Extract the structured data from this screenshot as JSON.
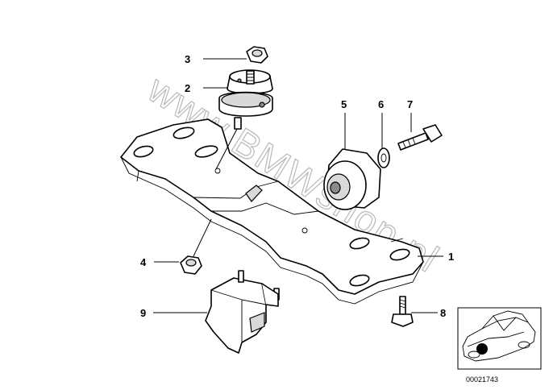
{
  "callouts": [
    {
      "id": "1",
      "label": "1"
    },
    {
      "id": "2",
      "label": "2"
    },
    {
      "id": "3",
      "label": "3"
    },
    {
      "id": "4",
      "label": "4"
    },
    {
      "id": "5",
      "label": "5"
    },
    {
      "id": "6",
      "label": "6"
    },
    {
      "id": "7",
      "label": "7"
    },
    {
      "id": "8",
      "label": "8"
    },
    {
      "id": "9",
      "label": "9"
    }
  ],
  "watermark": "www.BMWshop.pl",
  "reference_number": "00021743",
  "colors": {
    "line": "#000000",
    "fill": "#ffffff",
    "watermark": "#b8b8b8",
    "highlight": "#000000"
  }
}
